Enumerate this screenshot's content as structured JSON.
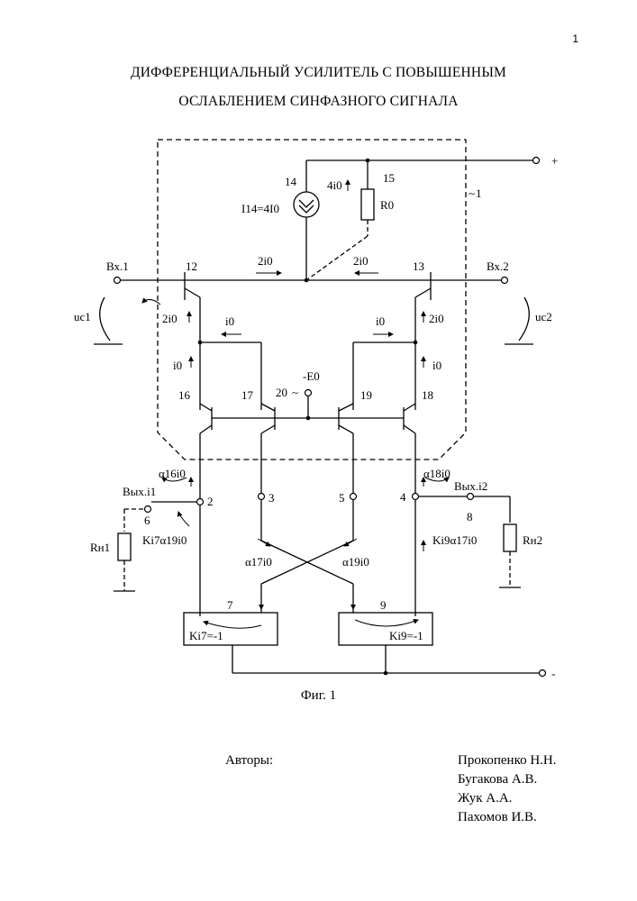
{
  "page_number": "1",
  "title": {
    "line1": "ДИФФЕРЕНЦИАЛЬНЫЙ УСИЛИТЕЛЬ С ПОВЫШЕННЫМ",
    "line2": "ОСЛАБЛЕНИЕМ СИНФАЗНОГО СИГНАЛА"
  },
  "diagram": {
    "plus": "+",
    "minus": "-",
    "block_number": "1",
    "source_num": "14",
    "source_label": "I14=4I0",
    "resistor15_num": "15",
    "r0": "R0",
    "current_4i0": "4i0",
    "current_2i0": "2i0",
    "current_i0": "i0",
    "vx1": "Вх.1",
    "vx2": "Вх.2",
    "uc1": "uc1",
    "uc2": "uc2",
    "t12": "12",
    "t13": "13",
    "t16": "16",
    "t17": "17",
    "t18": "18",
    "t19": "19",
    "t20": "20",
    "minus_e0": "-E0",
    "n2": "2",
    "n3": "3",
    "n4": "4",
    "n5": "5",
    "n6": "6",
    "n7": "7",
    "n8": "8",
    "n9": "9",
    "out1": "Вых.i1",
    "out2": "Вых.i2",
    "a16": "α16i0",
    "a18": "α18i0",
    "a17": "α17i0",
    "a19": "α19i0",
    "k17a19": "Ki7α19i0",
    "k19a17": "Ki9α17i0",
    "rn1": "Rн1",
    "rn2": "Rн2",
    "k17": "Ki7=-1",
    "k19": "Ki9=-1"
  },
  "caption": "Фиг. 1",
  "authors_label": "Авторы:",
  "authors": [
    "Прокопенко Н.Н.",
    "Бугакова А.В.",
    "Жук А.А.",
    "Пахомов И.В."
  ]
}
